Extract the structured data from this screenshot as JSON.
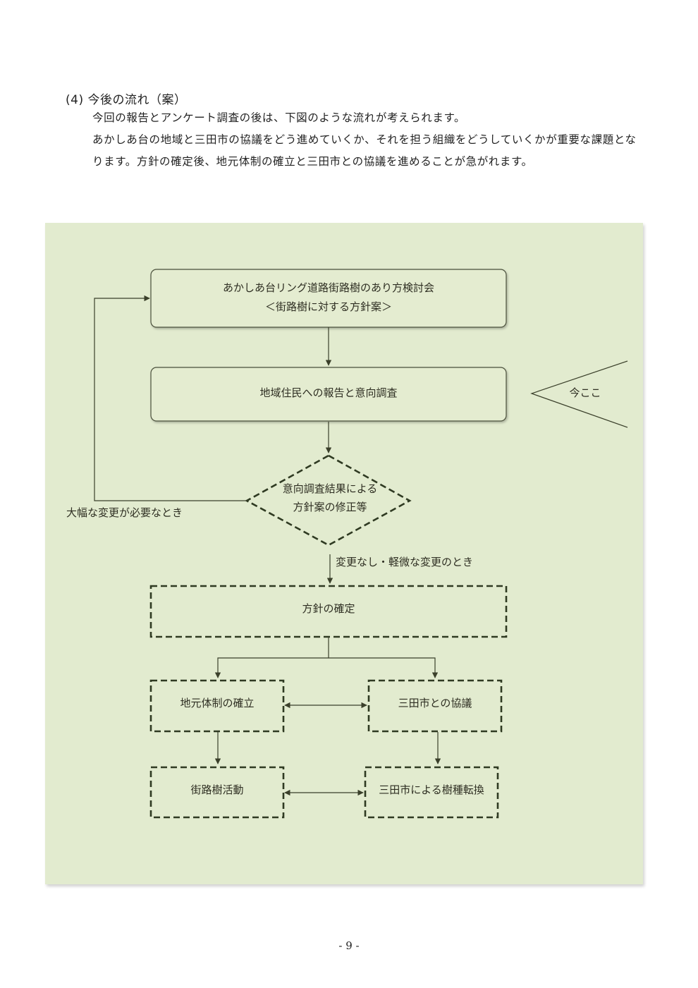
{
  "section": {
    "heading": "(4) 今後の流れ（案）",
    "paragraph1": "今回の報告とアンケート調査の後は、下図のような流れが考えられます。",
    "paragraph2": "あかしあ台の地域と三田市の協議をどう進めていくか、それを担う組織をどうしていくかが重要な課題となります。方針の確定後、地元体制の確立と三田市との協議を進めることが急がれます。"
  },
  "flowchart": {
    "review_meeting": {
      "line1": "あかしあ台リング道路街路樹のあり方検討会",
      "line2": "＜街路樹に対する方針案＞"
    },
    "report_survey": "地域住民への報告と意向調査",
    "current_marker": "今ここ",
    "revision_decision": {
      "line1": "意向調査結果による",
      "line2": "方針案の修正等"
    },
    "major_change_label": "大幅な変更が必要なとき",
    "minor_change_label": "変更なし・軽微な変更のとき",
    "policy_finalized": "方針の確定",
    "local_system": "地元体制の確立",
    "city_consultation": "三田市との協議",
    "street_tree_activity": "街路樹活動",
    "species_conversion": "三田市による樹種転換",
    "colors": {
      "panel_background": "#e2ebcf",
      "box_fill": "#e4ecd0",
      "line": "#3a3f2a",
      "dashed_border": "#2f3a22"
    }
  },
  "page_number": "- 9 -"
}
